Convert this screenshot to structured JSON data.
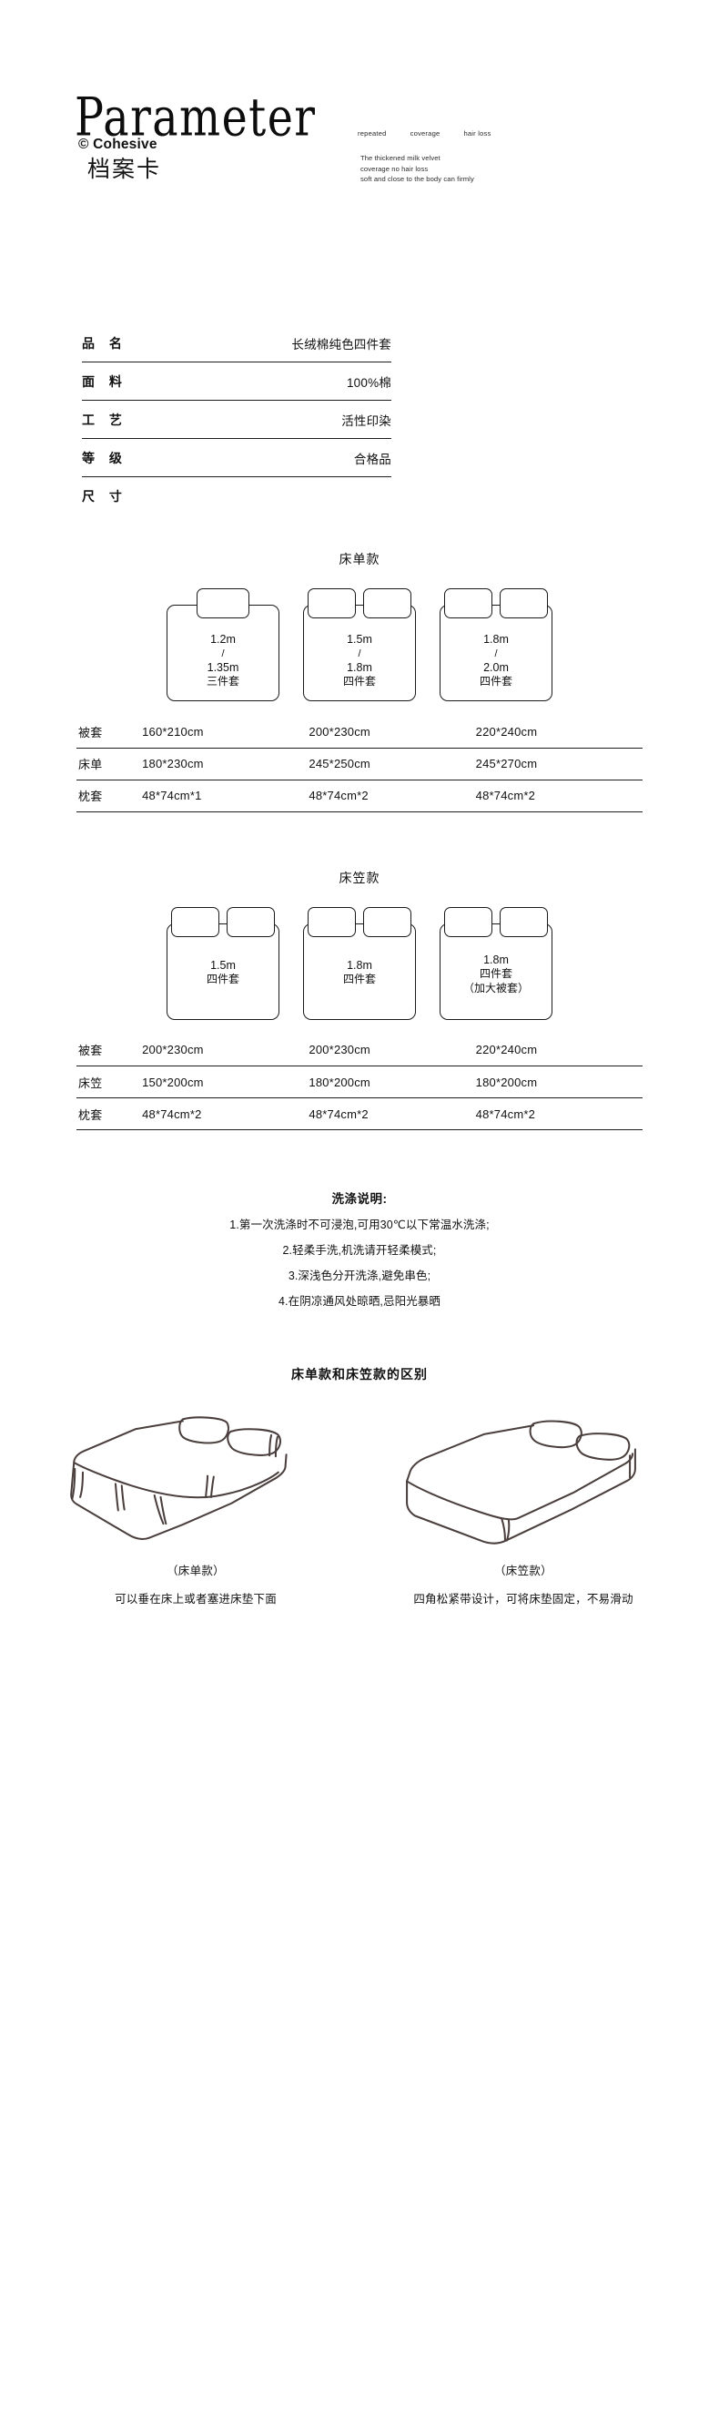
{
  "header": {
    "title": "Parameter",
    "brand": "© Cohesive",
    "brand_cn": "档案卡",
    "keywords": [
      "repeated",
      "coverage",
      "hair loss"
    ],
    "description": "The thickened milk velvet\ncoverage no hair loss\nsoft and close to the body can firmly"
  },
  "params": [
    {
      "key": "品  名",
      "value": "长绒棉纯色四件套"
    },
    {
      "key": "面  料",
      "value": "100%棉"
    },
    {
      "key": "工  艺",
      "value": "活性印染"
    },
    {
      "key": "等  级",
      "value": "合格品"
    },
    {
      "key": "尺  寸",
      "value": ""
    }
  ],
  "flat_sheet_section": {
    "title": "床单款",
    "beds": [
      {
        "pillows": 1,
        "line1": "1.2m",
        "slash": "/",
        "line2": "1.35m",
        "line3": "三件套"
      },
      {
        "pillows": 2,
        "line1": "1.5m",
        "slash": "/",
        "line2": "1.8m",
        "line3": "四件套"
      },
      {
        "pillows": 2,
        "line1": "1.8m",
        "slash": "/",
        "line2": "2.0m",
        "line3": "四件套"
      }
    ],
    "rows": [
      {
        "label": "被套",
        "values": [
          "160*210cm",
          "200*230cm",
          "220*240cm"
        ]
      },
      {
        "label": "床单",
        "values": [
          "180*230cm",
          "245*250cm",
          "245*270cm"
        ]
      },
      {
        "label": "枕套",
        "values": [
          "48*74cm*1",
          "48*74cm*2",
          "48*74cm*2"
        ]
      }
    ]
  },
  "fitted_sheet_section": {
    "title": "床笠款",
    "beds": [
      {
        "pillows": 2,
        "line1": "1.5m",
        "slash": "",
        "line2": "四件套",
        "line3": ""
      },
      {
        "pillows": 2,
        "line1": "1.8m",
        "slash": "",
        "line2": "四件套",
        "line3": ""
      },
      {
        "pillows": 2,
        "line1": "1.8m",
        "slash": "",
        "line2": "四件套",
        "line3": "（加大被套）"
      }
    ],
    "rows": [
      {
        "label": "被套",
        "values": [
          "200*230cm",
          "200*230cm",
          "220*240cm"
        ]
      },
      {
        "label": "床笠",
        "values": [
          "150*200cm",
          "180*200cm",
          "180*200cm"
        ]
      },
      {
        "label": "枕套",
        "values": [
          "48*74cm*2",
          "48*74cm*2",
          "48*74cm*2"
        ]
      }
    ]
  },
  "washing": {
    "title": "洗涤说明:",
    "items": [
      "1.第一次洗涤时不可浸泡,可用30℃以下常温水洗涤;",
      "2.轻柔手洗,机洗请开轻柔模式;",
      "3.深浅色分开洗涤,避免串色;",
      "4.在阴凉通风处晾晒,忌阳光暴晒"
    ]
  },
  "comparison": {
    "title": "床单款和床笠款的区别",
    "left": {
      "caption": "（床单款）",
      "note": "可以垂在床上或者塞进床垫下面"
    },
    "right": {
      "caption": "（床笠款）",
      "note": "四角松紧带设计，可将床垫固定，不易滑动"
    }
  }
}
